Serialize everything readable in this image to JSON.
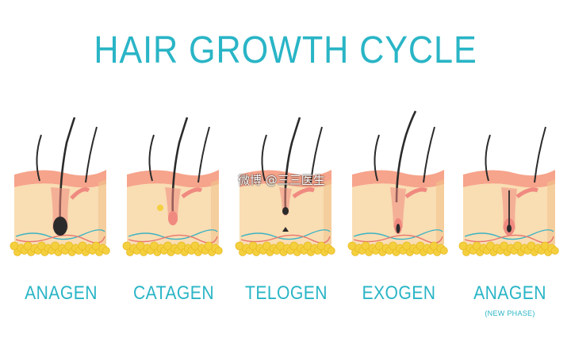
{
  "title": "HAIR GROWTH CYCLE",
  "watermark": "微博 @三三医生",
  "colors": {
    "accent": "#29B5C6",
    "skin_top": "#F6A48B",
    "skin_body": "#F9DDB3",
    "skin_side": "#F2C58E",
    "fat": "#F4D03F",
    "hair": "#2B2B2B",
    "follicle": "#F08A80",
    "vein_blue": "#3BB3C3",
    "vein_red": "#E9766E"
  },
  "stages": [
    {
      "label": "ANAGEN",
      "sub": ""
    },
    {
      "label": "CATAGEN",
      "sub": ""
    },
    {
      "label": "TELOGEN",
      "sub": ""
    },
    {
      "label": "EXOGEN",
      "sub": ""
    },
    {
      "label": "ANAGEN",
      "sub": "(NEW PHASE)"
    }
  ]
}
